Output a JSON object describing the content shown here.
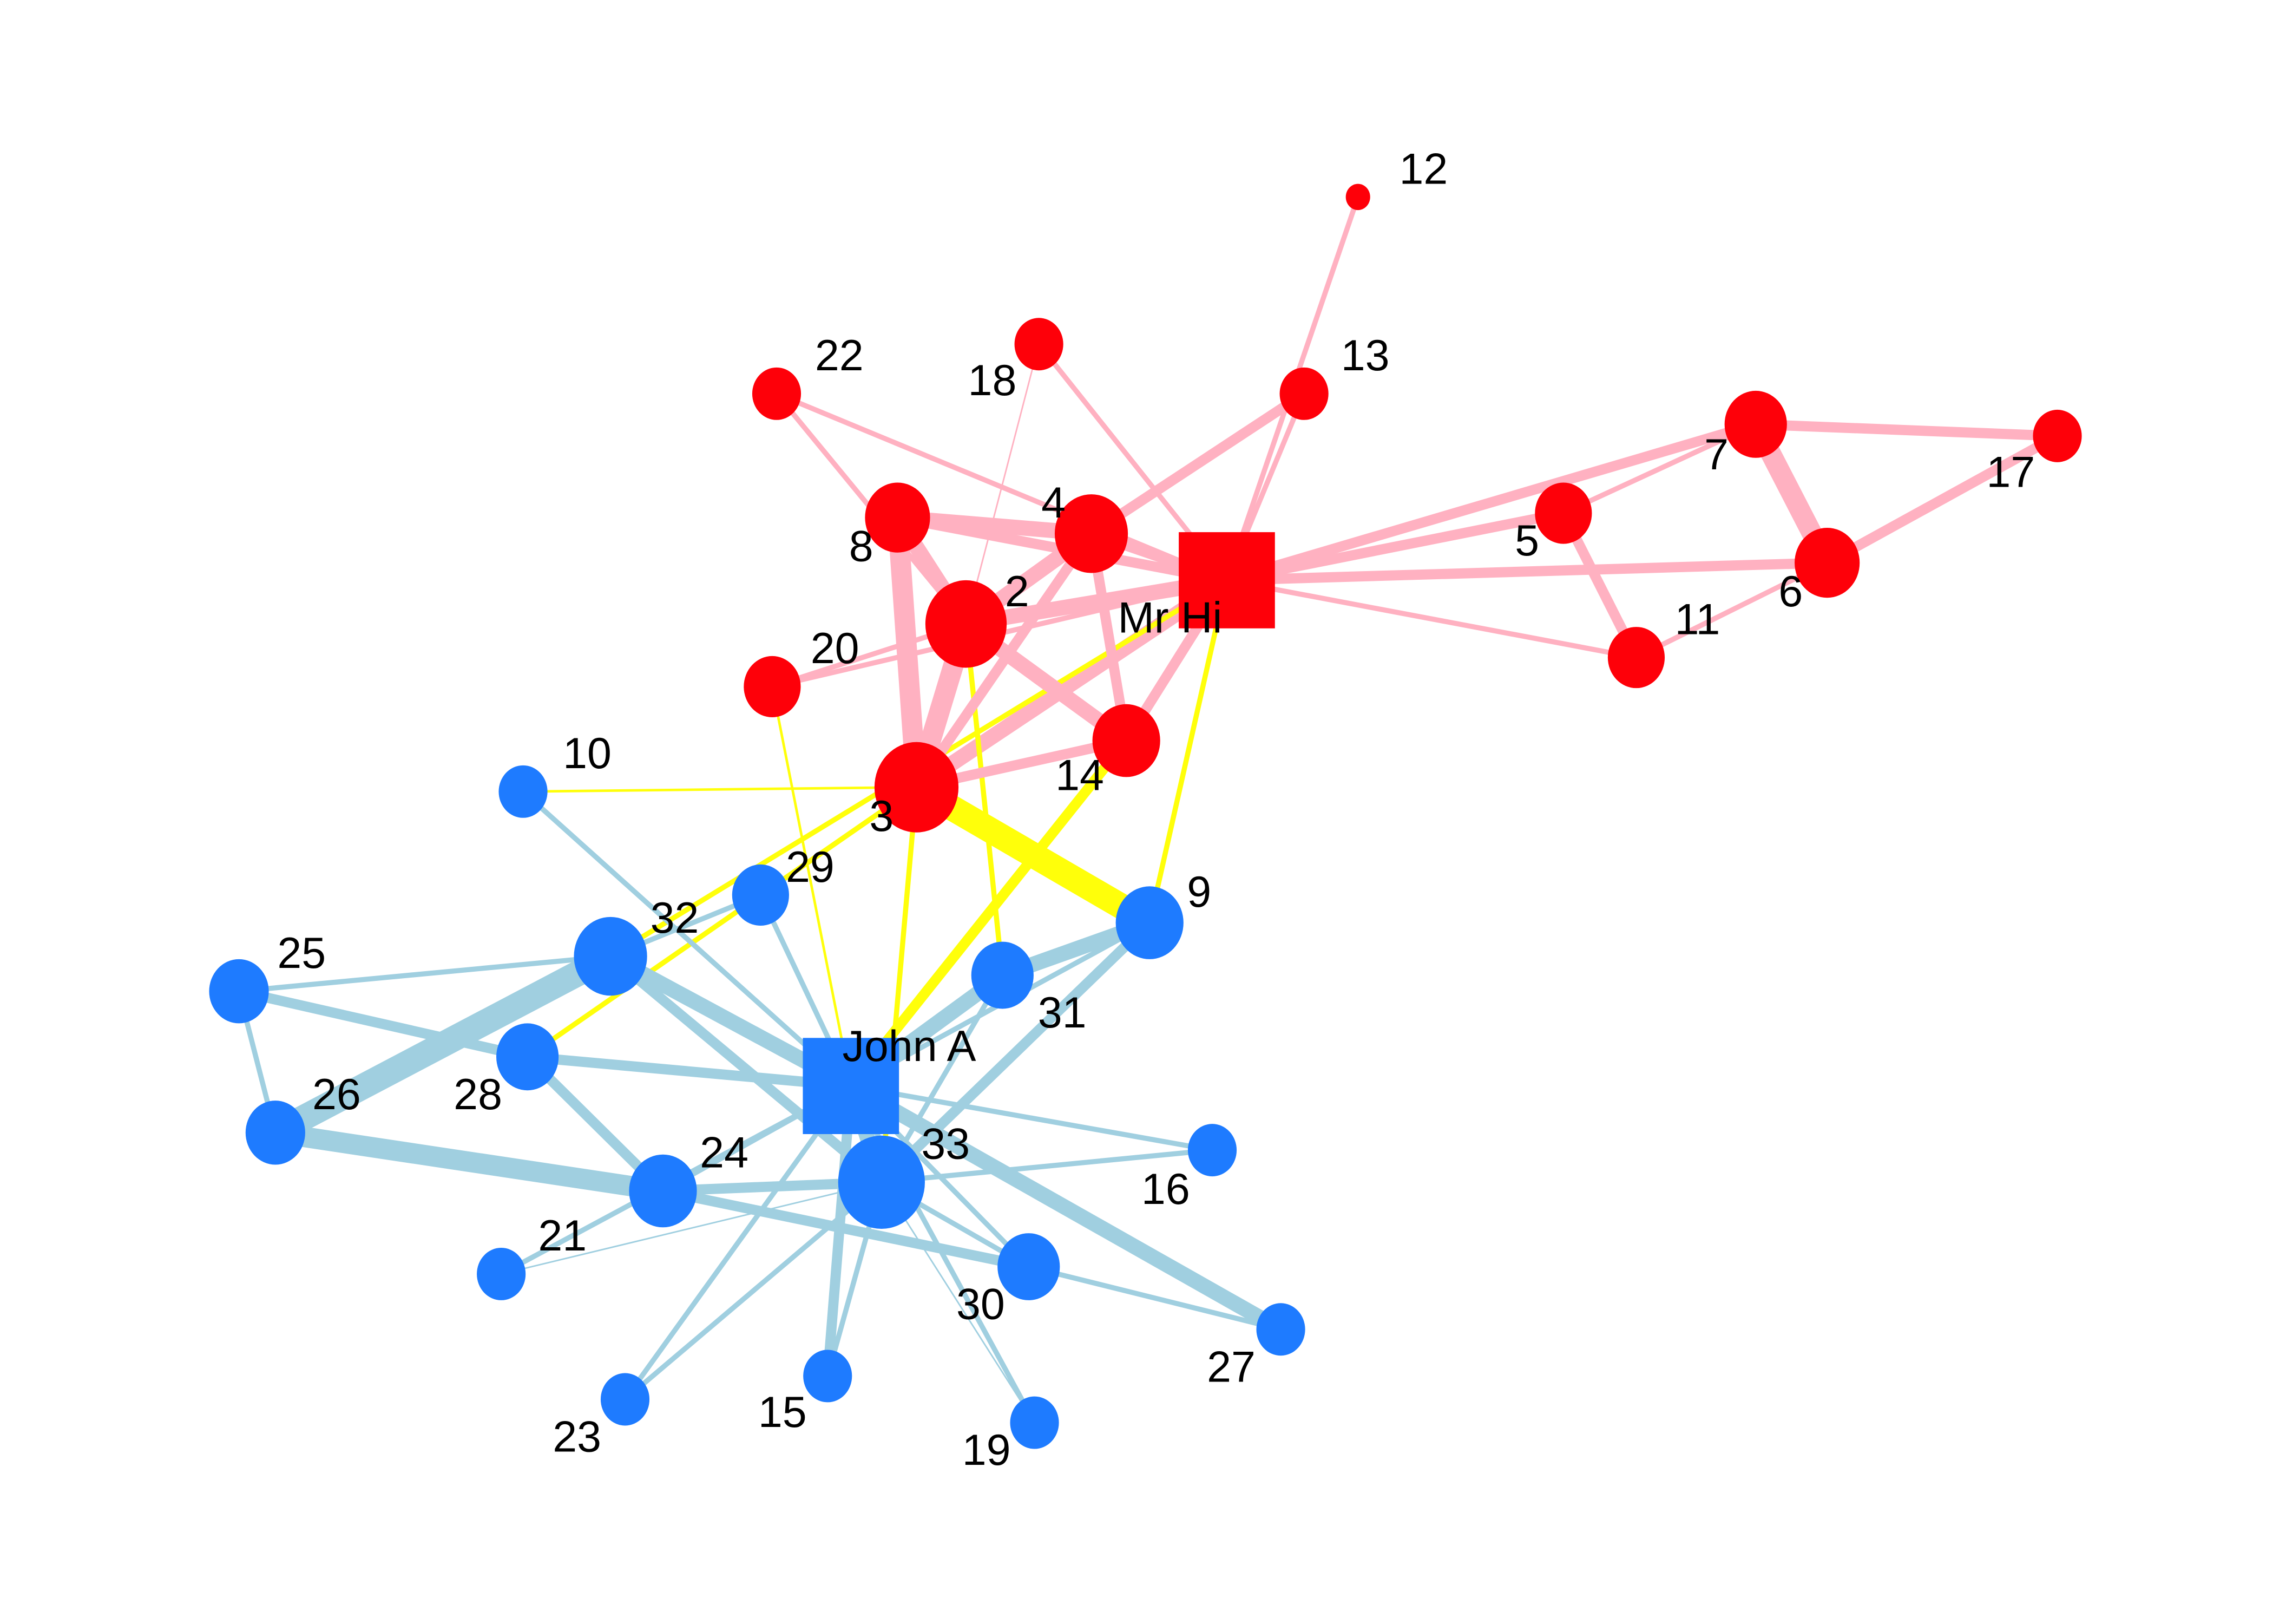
{
  "colors": {
    "group_a_node": "#fe0009",
    "group_b_node": "#1e7bff",
    "group_a_edge": "#ffb1c1",
    "group_b_edge": "#a0cfe0",
    "between_edge": "#ffff0a"
  },
  "nodes": [
    {
      "label": "Mr Hi",
      "group": "a",
      "shape": "square"
    },
    {
      "label": "2",
      "group": "a"
    },
    {
      "label": "3",
      "group": "a"
    },
    {
      "label": "4",
      "group": "a"
    },
    {
      "label": "5",
      "group": "a"
    },
    {
      "label": "6",
      "group": "a"
    },
    {
      "label": "7",
      "group": "a"
    },
    {
      "label": "8",
      "group": "a"
    },
    {
      "label": "9",
      "group": "b"
    },
    {
      "label": "10",
      "group": "b"
    },
    {
      "label": "11",
      "group": "a"
    },
    {
      "label": "12",
      "group": "a"
    },
    {
      "label": "13",
      "group": "a"
    },
    {
      "label": "14",
      "group": "a"
    },
    {
      "label": "15",
      "group": "b"
    },
    {
      "label": "16",
      "group": "b"
    },
    {
      "label": "17",
      "group": "a"
    },
    {
      "label": "18",
      "group": "a"
    },
    {
      "label": "19",
      "group": "b"
    },
    {
      "label": "20",
      "group": "a"
    },
    {
      "label": "21",
      "group": "b"
    },
    {
      "label": "22",
      "group": "a"
    },
    {
      "label": "23",
      "group": "b"
    },
    {
      "label": "24",
      "group": "b"
    },
    {
      "label": "25",
      "group": "b"
    },
    {
      "label": "26",
      "group": "b"
    },
    {
      "label": "27",
      "group": "b"
    },
    {
      "label": "28",
      "group": "b"
    },
    {
      "label": "29",
      "group": "b"
    },
    {
      "label": "30",
      "group": "b"
    },
    {
      "label": "31",
      "group": "b"
    },
    {
      "label": "32",
      "group": "b"
    },
    {
      "label": "33",
      "group": "b"
    },
    {
      "label": "John A",
      "group": "b",
      "shape": "square"
    }
  ],
  "edges": [
    [
      0,
      1,
      3
    ],
    [
      0,
      2,
      3
    ],
    [
      0,
      3,
      2
    ],
    [
      0,
      4,
      2
    ],
    [
      0,
      5,
      2
    ],
    [
      0,
      6,
      2
    ],
    [
      0,
      7,
      2
    ],
    [
      0,
      8,
      1
    ],
    [
      0,
      10,
      1
    ],
    [
      0,
      11,
      1
    ],
    [
      0,
      12,
      1
    ],
    [
      0,
      13,
      2
    ],
    [
      0,
      17,
      1
    ],
    [
      0,
      19,
      1
    ],
    [
      0,
      21,
      1
    ],
    [
      0,
      31,
      1
    ],
    [
      1,
      2,
      4
    ],
    [
      1,
      3,
      3
    ],
    [
      1,
      7,
      3
    ],
    [
      1,
      13,
      3
    ],
    [
      1,
      17,
      0.3
    ],
    [
      1,
      19,
      1
    ],
    [
      1,
      21,
      1
    ],
    [
      1,
      30,
      1
    ],
    [
      2,
      3,
      2
    ],
    [
      2,
      7,
      4
    ],
    [
      2,
      8,
      5
    ],
    [
      2,
      9,
      0.5
    ],
    [
      2,
      13,
      2
    ],
    [
      2,
      27,
      1
    ],
    [
      2,
      28,
      1
    ],
    [
      2,
      32,
      1
    ],
    [
      3,
      7,
      3
    ],
    [
      3,
      12,
      2
    ],
    [
      3,
      13,
      2
    ],
    [
      4,
      6,
      1
    ],
    [
      4,
      10,
      2
    ],
    [
      5,
      6,
      4
    ],
    [
      5,
      10,
      1
    ],
    [
      5,
      16,
      2
    ],
    [
      6,
      16,
      2
    ],
    [
      8,
      30,
      3
    ],
    [
      8,
      32,
      2
    ],
    [
      8,
      33,
      1
    ],
    [
      9,
      33,
      1
    ],
    [
      13,
      33,
      2
    ],
    [
      14,
      32,
      1
    ],
    [
      14,
      33,
      2
    ],
    [
      15,
      32,
      1
    ],
    [
      15,
      33,
      1
    ],
    [
      18,
      32,
      0.3
    ],
    [
      18,
      33,
      1
    ],
    [
      19,
      33,
      0.5
    ],
    [
      20,
      32,
      0.3
    ],
    [
      20,
      33,
      1
    ],
    [
      22,
      32,
      1
    ],
    [
      22,
      33,
      1
    ],
    [
      23,
      25,
      4
    ],
    [
      23,
      27,
      2
    ],
    [
      23,
      29,
      2
    ],
    [
      23,
      32,
      2
    ],
    [
      23,
      33,
      1
    ],
    [
      24,
      25,
      1
    ],
    [
      24,
      27,
      2
    ],
    [
      24,
      31,
      1
    ],
    [
      25,
      31,
      5
    ],
    [
      26,
      29,
      1
    ],
    [
      26,
      33,
      3
    ],
    [
      27,
      33,
      2
    ],
    [
      28,
      31,
      1
    ],
    [
      28,
      33,
      1
    ],
    [
      29,
      32,
      1
    ],
    [
      29,
      33,
      1
    ],
    [
      30,
      32,
      1
    ],
    [
      30,
      33,
      3
    ],
    [
      31,
      32,
      2
    ],
    [
      31,
      33,
      3
    ],
    [
      32,
      33,
      3
    ]
  ]
}
